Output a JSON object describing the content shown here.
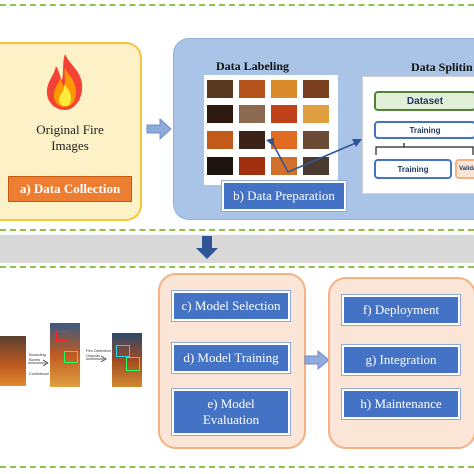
{
  "section_a": {
    "caption": "Original Fire Images",
    "label": "a) Data Collection",
    "icon": "fire-icon"
  },
  "section_b": {
    "labeling_title": "Data Labeling",
    "splitting_title": "Data Splitin",
    "dataset_label": "Dataset",
    "training_label_1": "Training",
    "training_label_2": "Training",
    "validation_label": "Valida",
    "label": "b) Data Preparation"
  },
  "section_c": {
    "model_selection": "c) Model Selection",
    "model_training": "d) Model Training",
    "model_evaluation": "e) Model Evaluation"
  },
  "section_d": {
    "deployment": "f) Deployment",
    "integration": "g) Integration",
    "maintenance": "h) Maintenance"
  },
  "pipeline_small": {
    "label_1": "Bounding Boxes",
    "label_2": "Confidence",
    "label_3": "Fire Detection Outputs"
  },
  "colors": {
    "orange": "#ed7d31",
    "blue": "#4472c4",
    "arrow": "#8faadc",
    "dark_arrow": "#2f5597"
  }
}
